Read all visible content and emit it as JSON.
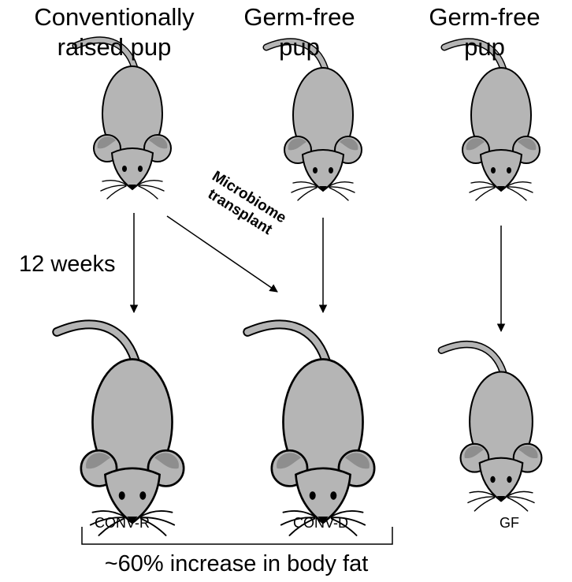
{
  "headings": {
    "conventional": [
      "Conventionally",
      "raised pup"
    ],
    "germ_free_1": [
      "Germ-free",
      "pup"
    ],
    "germ_free_2": [
      "Germ-free",
      "pup"
    ]
  },
  "duration_label": "12 weeks",
  "transplant_label": [
    "Microbiome",
    "transplant"
  ],
  "group_labels": {
    "conv_r": "CONV-R",
    "conv_d": "CONV-D",
    "gf": "GF"
  },
  "summary": "~60% increase in body fat",
  "colors": {
    "mouse_body": "#b5b5b5",
    "inner_ear": "#8e8e8e",
    "outline": "#000000"
  }
}
